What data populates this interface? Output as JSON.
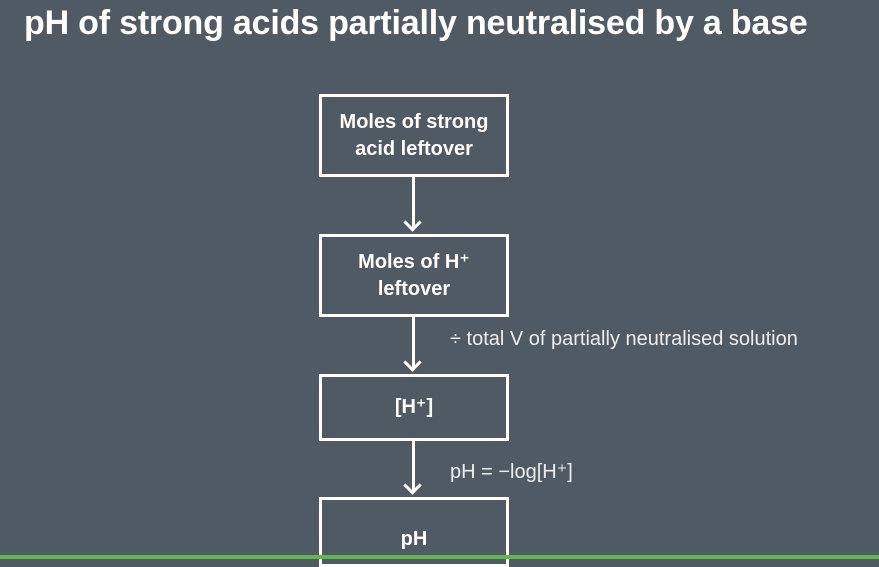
{
  "title": "pH of strong acids partially neutralised by a base",
  "boxes": [
    {
      "lines": [
        "Moles of strong",
        "acid leftover"
      ]
    },
    {
      "lines": [
        "Moles of H⁺",
        "leftover"
      ]
    },
    {
      "lines": [
        "[H⁺]"
      ]
    },
    {
      "lines": [
        "pH"
      ]
    }
  ],
  "steps": [
    {
      "label": "÷ total V of partially neutralised solution"
    },
    {
      "label": "pH = −log[H⁺]"
    }
  ],
  "colors": {
    "background": "#4f5a65",
    "foreground": "#ffffff",
    "bottom_bar": "#5fb84a"
  }
}
